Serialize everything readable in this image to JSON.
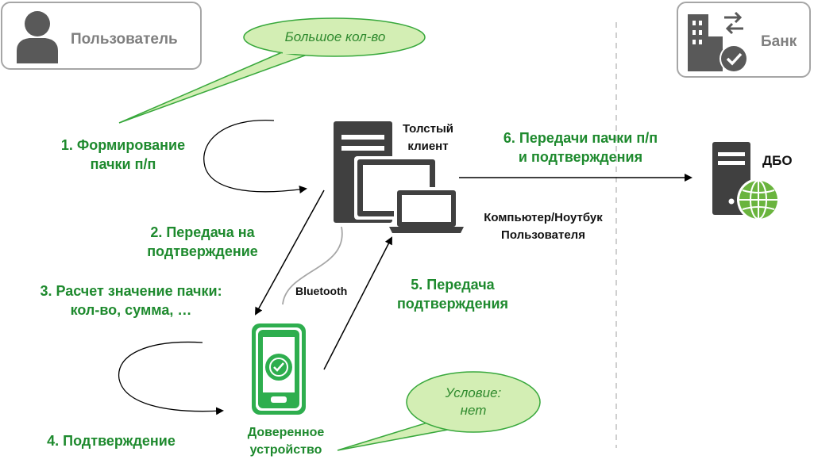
{
  "actors": {
    "user_label": "Пользователь",
    "bank_label": "Банк"
  },
  "callouts": {
    "top": "Большое кол-во",
    "bottom_line1": "Условие:",
    "bottom_line2": "нет"
  },
  "steps": {
    "s1_line1": "1. Формирование",
    "s1_line2": "пачки п/п",
    "s2_line1": "2. Передача на",
    "s2_line2": "подтверждение",
    "s3_line1": "3. Расчет значение пачки:",
    "s3_line2": "кол-во, сумма, …",
    "s4": "4. Подтверждение",
    "s5_line1": "5. Передача",
    "s5_line2": "подтверждения",
    "s6_line1": "6. Передачи пачки п/п",
    "s6_line2": "и подтверждения"
  },
  "devices": {
    "thick_client_line1": "Толстый",
    "thick_client_line2": "клиент",
    "computer_line1": "Компьютер/Ноутбук",
    "computer_line2": "Пользователя",
    "bluetooth": "Bluetooth",
    "trusted_line1": "Доверенное",
    "trusted_line2": "устройство",
    "dbo": "ДБО"
  },
  "colors": {
    "green_text": "#1e8a2e",
    "bubble_fill": "#d3eeb4",
    "icon_dark": "#404040",
    "phone_green": "#2eae4e",
    "globe_green": "#6ab43e"
  }
}
